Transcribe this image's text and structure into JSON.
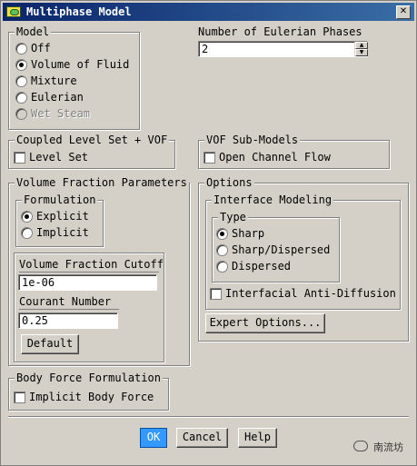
{
  "window": {
    "title": "Multiphase Model"
  },
  "model": {
    "legend": "Model",
    "options": [
      {
        "label": "Off",
        "checked": false,
        "disabled": false
      },
      {
        "label": "Volume of Fluid",
        "checked": true,
        "disabled": false
      },
      {
        "label": "Mixture",
        "checked": false,
        "disabled": false
      },
      {
        "label": "Eulerian",
        "checked": false,
        "disabled": false
      },
      {
        "label": "Wet Steam",
        "checked": false,
        "disabled": true
      }
    ]
  },
  "eulerian_phases": {
    "label": "Number of Eulerian Phases",
    "value": "2"
  },
  "coupled_level_set": {
    "legend": "Coupled Level Set + VOF",
    "checkbox_label": "Level Set",
    "checked": false
  },
  "vof_submodels": {
    "legend": "VOF Sub-Models",
    "checkbox_label": "Open Channel Flow",
    "checked": false
  },
  "volume_fraction": {
    "legend": "Volume Fraction Parameters",
    "formulation": {
      "legend": "Formulation",
      "options": [
        {
          "label": "Explicit",
          "checked": true
        },
        {
          "label": "Implicit",
          "checked": false
        }
      ]
    },
    "cutoff_label": "Volume Fraction Cutoff",
    "cutoff_value": "1e-06",
    "courant_label": "Courant Number",
    "courant_value": "0.25",
    "default_button": "Default"
  },
  "options": {
    "legend": "Options",
    "interface_modeling": {
      "legend": "Interface Modeling",
      "type": {
        "legend": "Type",
        "options": [
          {
            "label": "Sharp",
            "checked": true,
            "disabled": false
          },
          {
            "label": "Sharp/Dispersed",
            "checked": false,
            "disabled": false
          },
          {
            "label": "Dispersed",
            "checked": false,
            "disabled": false
          }
        ]
      },
      "anti_diffusion_label": "Interfacial Anti-Diffusion",
      "anti_diffusion_checked": false
    },
    "expert_button": "Expert Options..."
  },
  "body_force": {
    "legend": "Body Force Formulation",
    "checkbox_label": "Implicit Body Force",
    "checked": false
  },
  "buttons": {
    "ok": "OK",
    "cancel": "Cancel",
    "help": "Help"
  },
  "watermark": "南流坊"
}
